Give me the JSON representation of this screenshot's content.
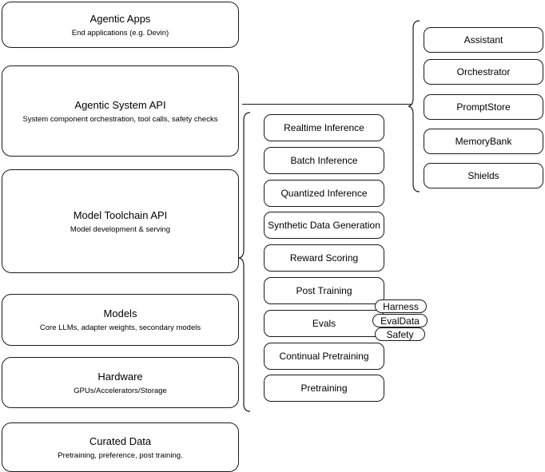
{
  "diagram": {
    "title": "Agentic AI stack layer diagram",
    "stroke_color": "#1a1a1a",
    "fill_color": "#ffffff"
  },
  "layers": [
    {
      "id": "agentic-apps",
      "title": "Agentic Apps",
      "subtitle": "End applications (e.g. Devin)"
    },
    {
      "id": "agentic-system-api",
      "title": "Agentic System API",
      "subtitle": "System component orchestration, tool calls, safety checks"
    },
    {
      "id": "model-toolchain-api",
      "title": "Model Toolchain API",
      "subtitle": "Model development & serving"
    },
    {
      "id": "models",
      "title": "Models",
      "subtitle": "Core LLMs, adapter weights, secondary models"
    },
    {
      "id": "hardware",
      "title": "Hardware",
      "subtitle": "GPUs/Accelerators/Storage"
    },
    {
      "id": "curated-data",
      "title": "Curated Data",
      "subtitle": "Pretraining, preference, post training."
    }
  ],
  "toolchain_components": [
    {
      "id": "realtime-inference",
      "label": "Realtime Inference"
    },
    {
      "id": "batch-inference",
      "label": "Batch Inference"
    },
    {
      "id": "quantized-inference",
      "label": "Quantized Inference"
    },
    {
      "id": "synthetic-data-generation",
      "label": "Synthetic Data Generation"
    },
    {
      "id": "reward-scoring",
      "label": "Reward Scoring"
    },
    {
      "id": "post-training",
      "label": "Post Training"
    },
    {
      "id": "evals",
      "label": "Evals"
    },
    {
      "id": "continual-pretraining",
      "label": "Continual Pretraining"
    },
    {
      "id": "pretraining",
      "label": "Pretraining"
    }
  ],
  "eval_subcomponents": [
    {
      "id": "harness",
      "label": "Harness"
    },
    {
      "id": "evaldata",
      "label": "EvalData"
    },
    {
      "id": "safety",
      "label": "Safety"
    }
  ],
  "system_components": [
    {
      "id": "assistant",
      "label": "Assistant"
    },
    {
      "id": "orchestrator",
      "label": "Orchestrator"
    },
    {
      "id": "promptstore",
      "label": "PromptStore"
    },
    {
      "id": "memorybank",
      "label": "MemoryBank"
    },
    {
      "id": "shields",
      "label": "Shields"
    }
  ]
}
